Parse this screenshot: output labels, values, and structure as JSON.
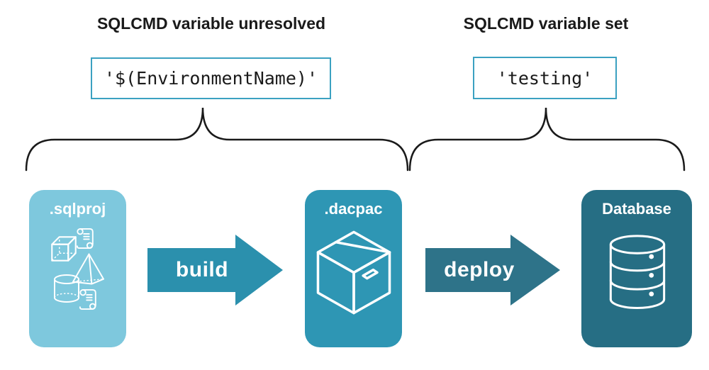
{
  "annotations": {
    "unresolved": {
      "heading": "SQLCMD variable unresolved",
      "code": "'$(EnvironmentName)'"
    },
    "set": {
      "heading": "SQLCMD variable set",
      "code": "'testing'"
    }
  },
  "pipeline": {
    "sqlproj_label": ".sqlproj",
    "build_label": "build",
    "dacpac_label": ".dacpac",
    "deploy_label": "deploy",
    "database_label": "Database"
  },
  "icons": {
    "sqlproj": [
      "scroll-icon",
      "cube-icon",
      "pyramid-icon",
      "cylinder-icon",
      "scroll-icon"
    ],
    "dacpac": "package-box-icon",
    "database": "database-cylinder-icon"
  },
  "colors": {
    "background": "#ffffff",
    "text": "#1a1a1a",
    "brace": "#1a1a1a",
    "code_border": "#3ba1c1",
    "sqlproj_fill": "#7ec8dd",
    "dacpac_fill": "#2e96b4",
    "build_arrow": "#2b90ad",
    "deploy_arrow": "#2e7389",
    "database_fill": "#266e84",
    "icon_stroke": "#ffffff"
  }
}
